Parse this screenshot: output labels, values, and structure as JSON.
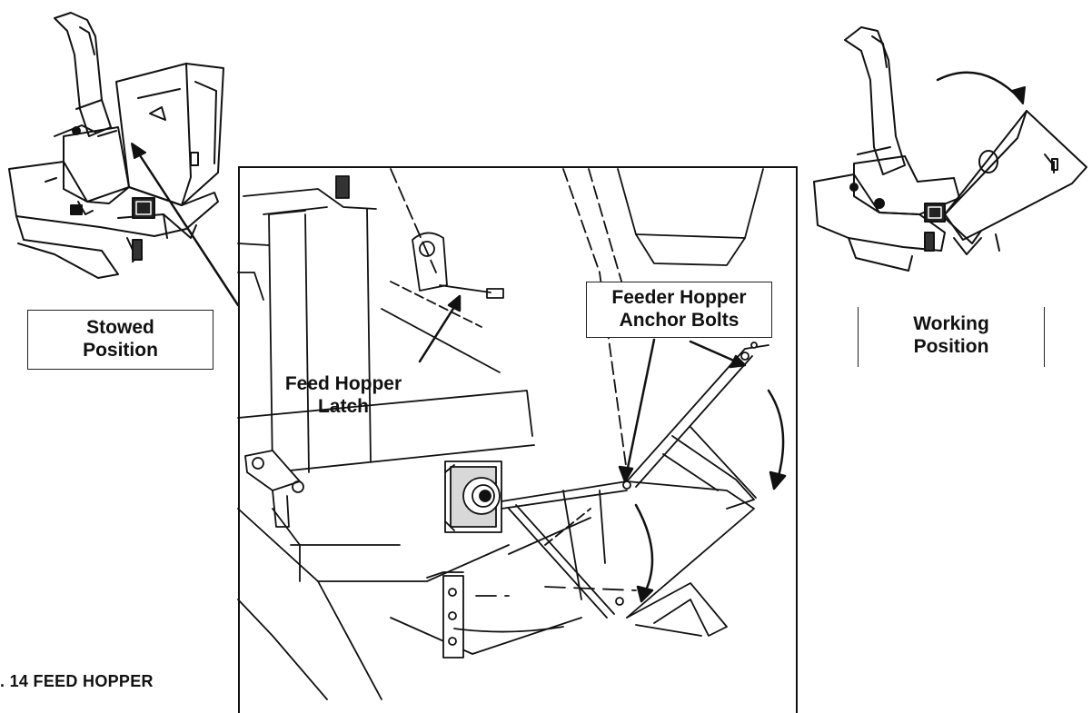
{
  "labels": {
    "stowed_line1": "Stowed",
    "stowed_line2": "Position",
    "working_line1": "Working",
    "working_line2": "Position",
    "latch_line1": "Feed Hopper",
    "latch_line2": "Latch",
    "anchor_line1": "Feeder Hopper",
    "anchor_line2": "Anchor Bolts"
  },
  "caption": ". 14  FEED HOPPER"
}
